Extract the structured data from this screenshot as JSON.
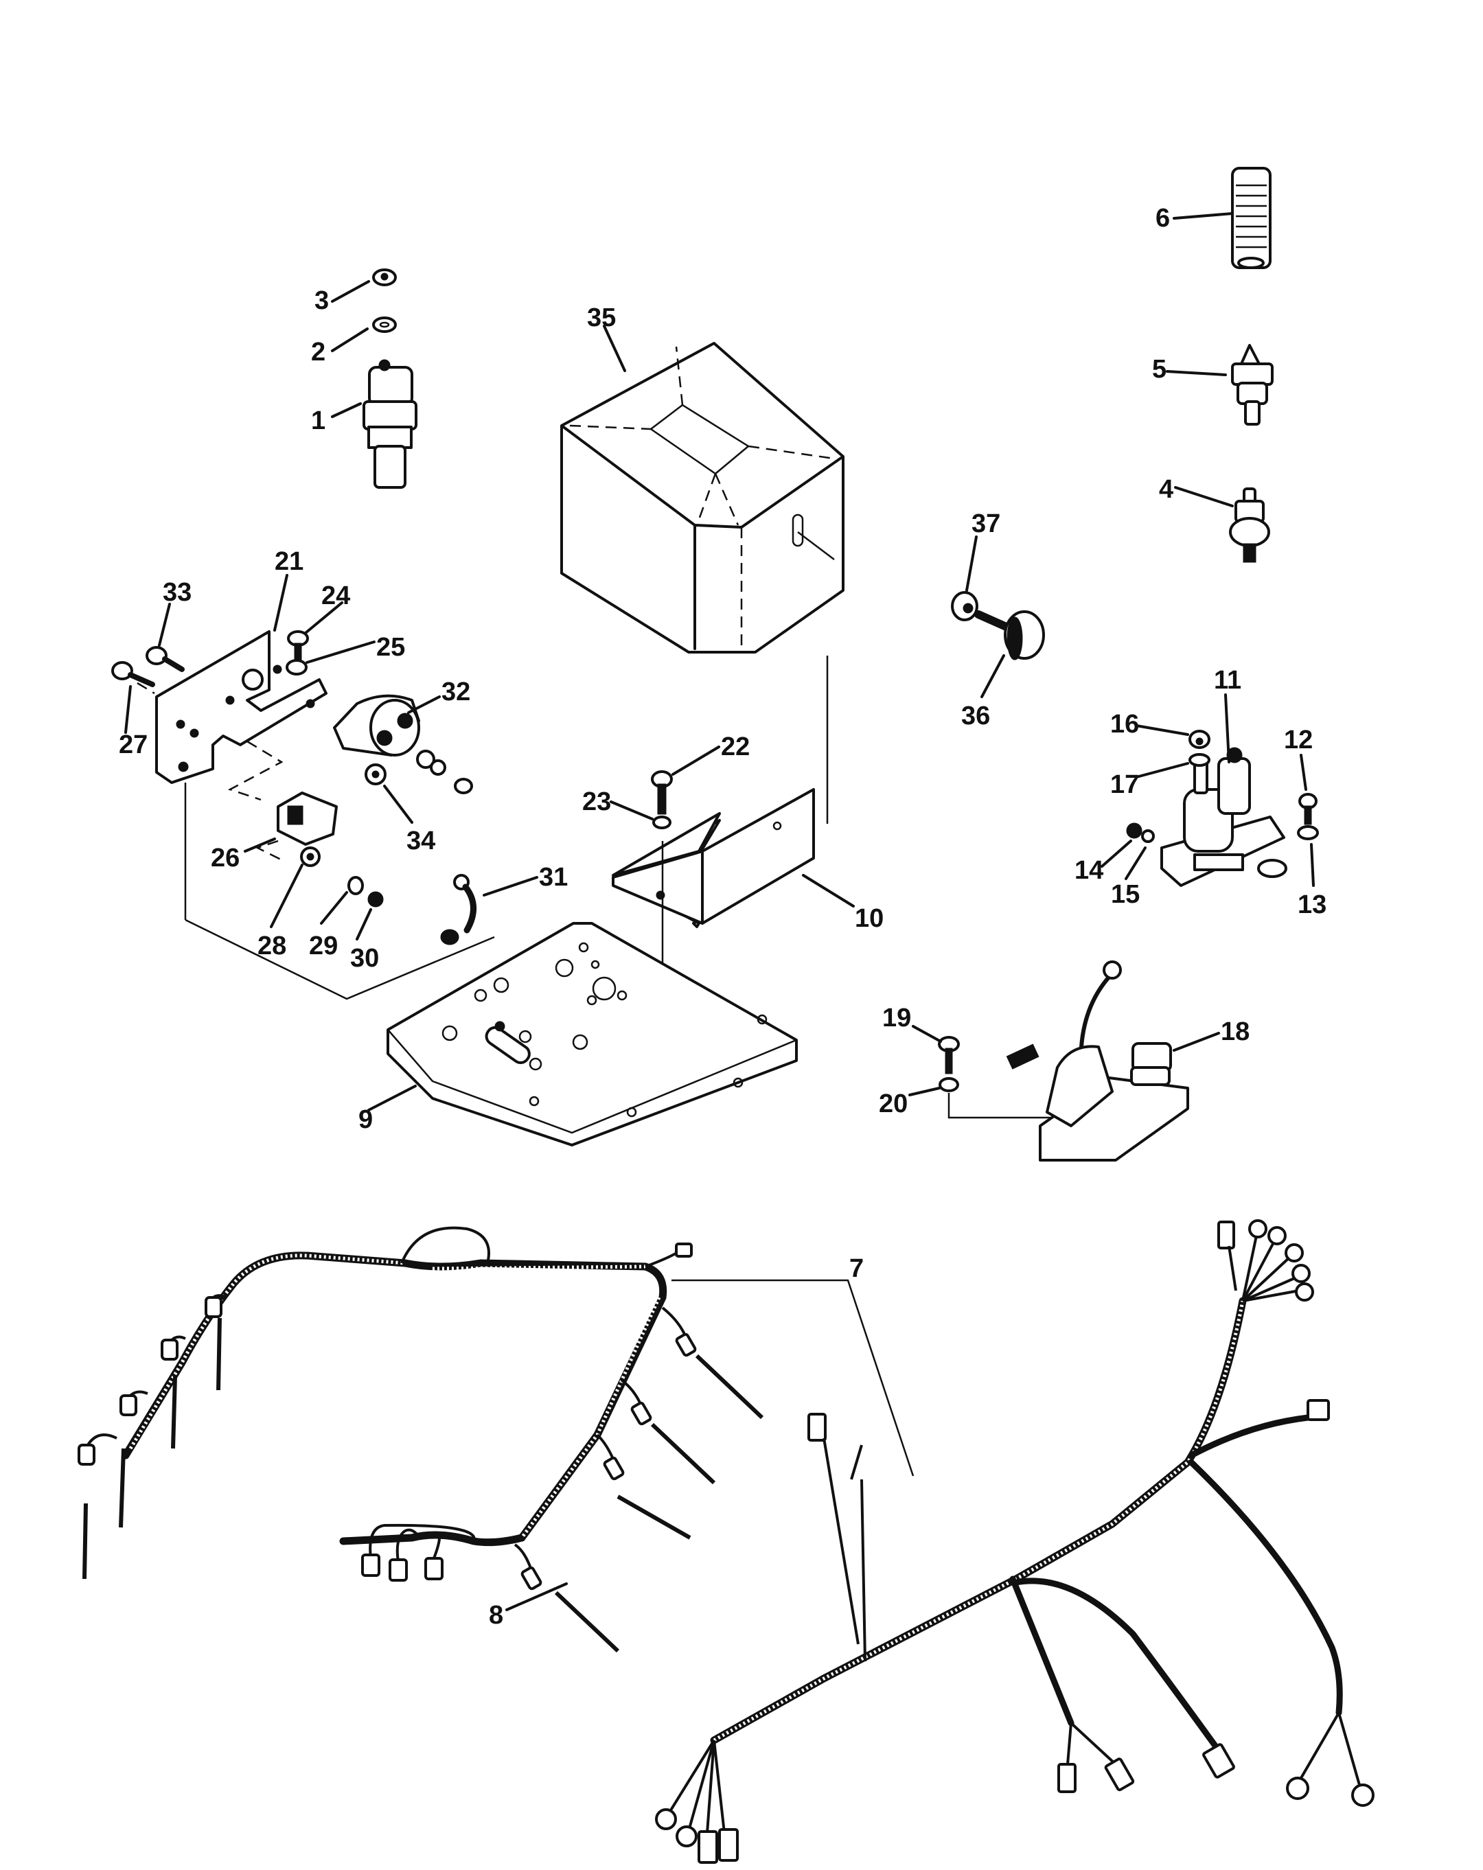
{
  "title": "Electrical components and engine wiring harness exploded view",
  "callouts": [
    {
      "id": "1",
      "label": "1"
    },
    {
      "id": "2",
      "label": "2"
    },
    {
      "id": "3",
      "label": "3"
    },
    {
      "id": "4",
      "label": "4"
    },
    {
      "id": "5",
      "label": "5"
    },
    {
      "id": "6",
      "label": "6"
    },
    {
      "id": "7",
      "label": "7"
    },
    {
      "id": "8",
      "label": "8"
    },
    {
      "id": "9",
      "label": "9"
    },
    {
      "id": "10",
      "label": "10"
    },
    {
      "id": "11",
      "label": "11"
    },
    {
      "id": "12",
      "label": "12"
    },
    {
      "id": "13",
      "label": "13"
    },
    {
      "id": "14",
      "label": "14"
    },
    {
      "id": "15",
      "label": "15"
    },
    {
      "id": "16",
      "label": "16"
    },
    {
      "id": "17",
      "label": "17"
    },
    {
      "id": "18",
      "label": "18"
    },
    {
      "id": "19",
      "label": "19"
    },
    {
      "id": "20",
      "label": "20"
    },
    {
      "id": "21",
      "label": "21"
    },
    {
      "id": "22",
      "label": "22"
    },
    {
      "id": "23",
      "label": "23"
    },
    {
      "id": "24",
      "label": "24"
    },
    {
      "id": "25",
      "label": "25"
    },
    {
      "id": "26",
      "label": "26"
    },
    {
      "id": "27",
      "label": "27"
    },
    {
      "id": "28",
      "label": "28"
    },
    {
      "id": "29",
      "label": "29"
    },
    {
      "id": "30",
      "label": "30"
    },
    {
      "id": "31",
      "label": "31"
    },
    {
      "id": "32",
      "label": "32"
    },
    {
      "id": "33",
      "label": "33"
    },
    {
      "id": "34",
      "label": "34"
    },
    {
      "id": "35",
      "label": "35"
    },
    {
      "id": "36",
      "label": "36"
    },
    {
      "id": "37",
      "label": "37"
    }
  ]
}
